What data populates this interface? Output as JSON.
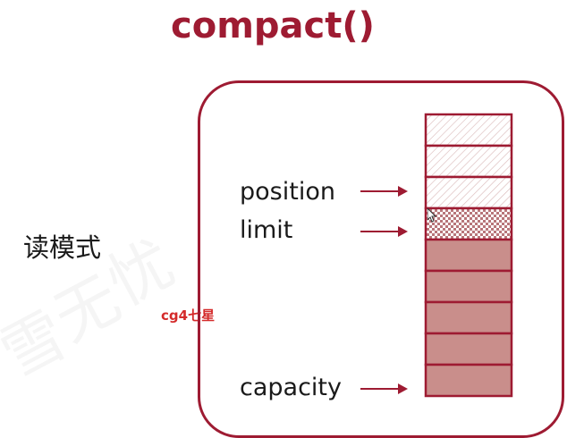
{
  "slide": {
    "title": "compact()",
    "mode_label": "读模式",
    "watermark_label": "cg4七星"
  },
  "pointers": {
    "position": "position",
    "limit": "limit",
    "capacity": "capacity"
  },
  "buffer": {
    "cells": [
      {
        "state": "read"
      },
      {
        "state": "read"
      },
      {
        "state": "read"
      },
      {
        "state": "unread"
      },
      {
        "state": "free"
      },
      {
        "state": "free"
      },
      {
        "state": "free"
      },
      {
        "state": "free"
      },
      {
        "state": "free"
      }
    ]
  },
  "colors": {
    "accent": "#9e1b32",
    "free_fill": "#c98e8b",
    "label_text": "#1a1a1a",
    "watermark": "#d42a2a"
  }
}
